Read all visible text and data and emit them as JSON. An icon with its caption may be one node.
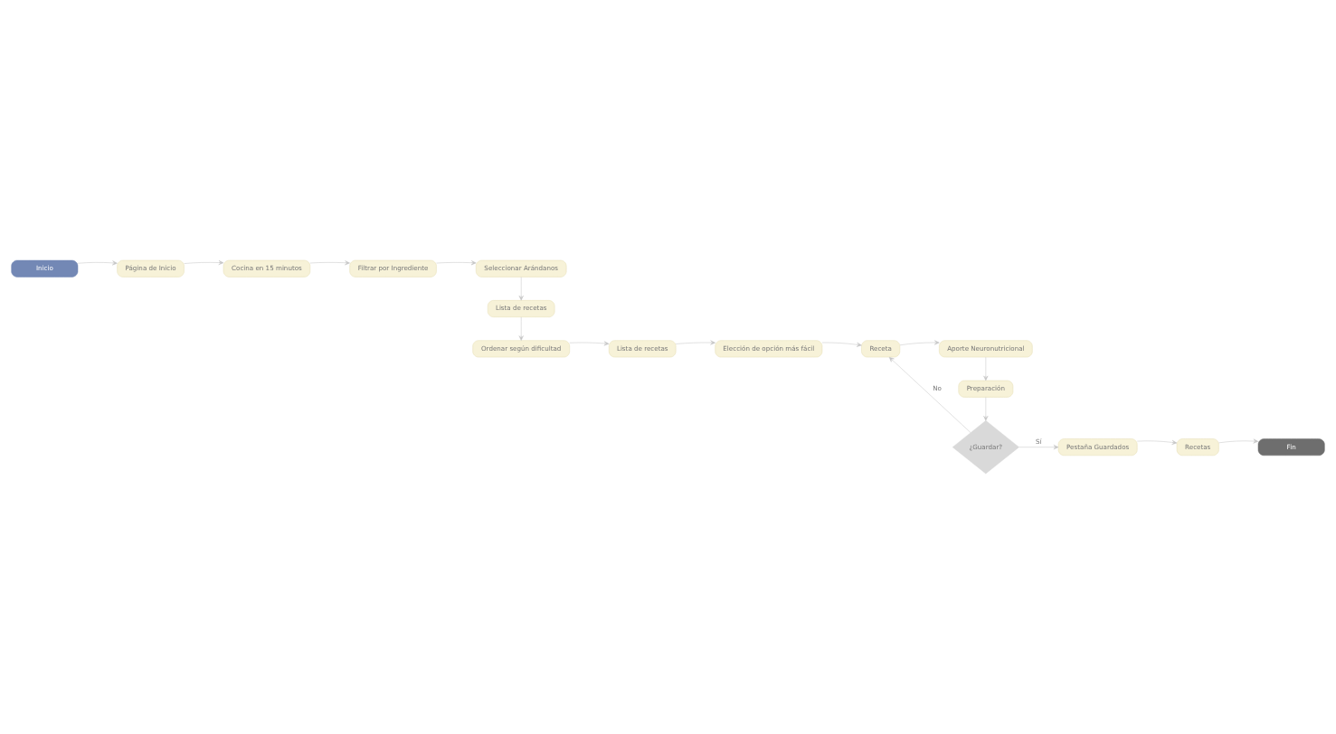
{
  "diagram": {
    "nodes": [
      {
        "text": [
          "Inicio"
        ]
      },
      {
        "text": [
          "Página de Inicio"
        ]
      },
      {
        "text": [
          "Cocina en 15 minutos"
        ]
      },
      {
        "text": [
          "Filtrar por Ingrediente"
        ]
      },
      {
        "text": [
          "Seleccionar Arándanos"
        ]
      },
      {
        "text": [
          "Lista de recetas"
        ]
      },
      {
        "text": [
          "Ordenar según dificultad"
        ]
      },
      {
        "text": [
          "Lista de recetas"
        ]
      },
      {
        "text": [
          "Elección de opción más fácil"
        ]
      },
      {
        "text": [
          "Receta"
        ]
      },
      {
        "text": [
          "Aporte Neuronutricional"
        ]
      },
      {
        "text": [
          "Preparación"
        ]
      },
      {
        "text": [
          "¿Guardar?"
        ]
      },
      {
        "text": [
          "Pestaña Guardados"
        ]
      },
      {
        "text": [
          "Recetas"
        ]
      },
      {
        "text": [
          "Fin"
        ]
      }
    ],
    "edges": [
      {
        "from": 0,
        "to": 1,
        "arrow": "to"
      },
      {
        "from": 1,
        "to": 2,
        "arrow": "to"
      },
      {
        "from": 2,
        "to": 3,
        "arrow": "to"
      },
      {
        "from": 3,
        "to": 4,
        "arrow": "to"
      },
      {
        "from": 4,
        "to": 5,
        "arrow": "to"
      },
      {
        "from": 5,
        "to": 6,
        "arrow": "to"
      },
      {
        "from": 6,
        "to": 7,
        "arrow": "to"
      },
      {
        "from": 7,
        "to": 8,
        "arrow": "to"
      },
      {
        "from": 8,
        "to": 9,
        "arrow": "to"
      },
      {
        "from": 9,
        "to": 10,
        "arrow": "to"
      },
      {
        "from": 10,
        "to": 11,
        "arrow": "to"
      },
      {
        "from": 11,
        "to": 12,
        "arrow": "to"
      },
      {
        "from": 12,
        "to": 9,
        "arrow": "to",
        "label": "No"
      },
      {
        "from": 12,
        "to": 13,
        "arrow": "to",
        "label": "Sí"
      },
      {
        "from": 13,
        "to": 14,
        "arrow": "to"
      },
      {
        "from": 14,
        "to": 15,
        "arrow": "to"
      }
    ]
  }
}
